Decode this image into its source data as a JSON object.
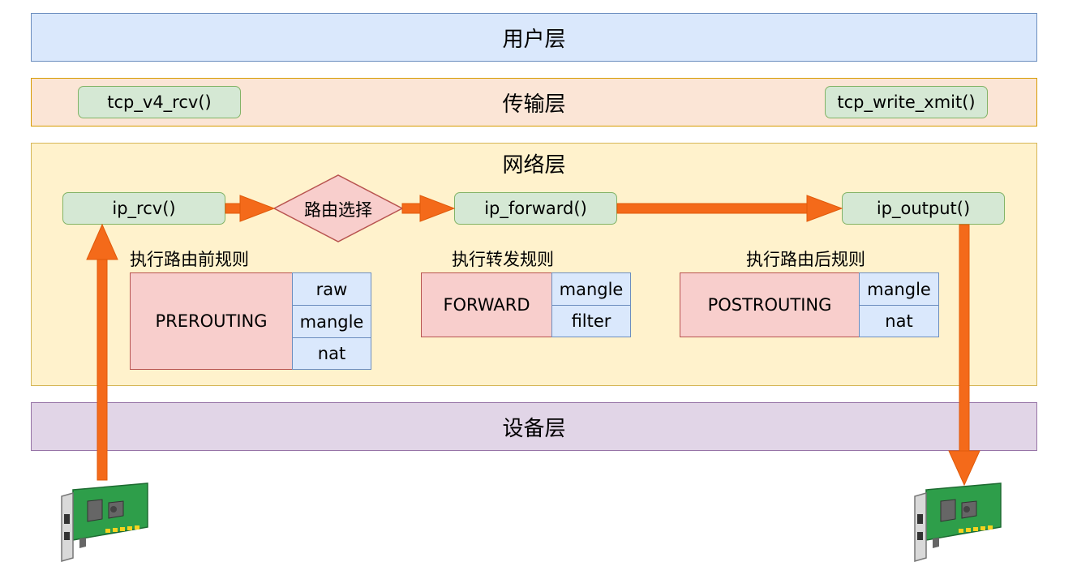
{
  "layers": {
    "user": "用户层",
    "transport": "传输层",
    "network": "网络层",
    "device": "设备层"
  },
  "transport_functions": {
    "rcv": "tcp_v4_rcv()",
    "xmit": "tcp_write_xmit()"
  },
  "network_functions": {
    "ip_rcv": "ip_rcv()",
    "routing": "路由选择",
    "ip_forward": "ip_forward()",
    "ip_output": "ip_output()"
  },
  "rule_groups": {
    "prerouting": {
      "title": "执行路由前规则",
      "chain": "PREROUTING",
      "tables": [
        "raw",
        "mangle",
        "nat"
      ]
    },
    "forward": {
      "title": "执行转发规则",
      "chain": "FORWARD",
      "tables": [
        "mangle",
        "filter"
      ]
    },
    "postrouting": {
      "title": "执行路由后规则",
      "chain": "POSTROUTING",
      "tables": [
        "mangle",
        "nat"
      ]
    }
  },
  "icons": {
    "nic_in": "network-card-icon",
    "nic_out": "network-card-icon"
  },
  "colors": {
    "arrow": "#f46a1a",
    "nic_board": "#2e9e4a"
  }
}
